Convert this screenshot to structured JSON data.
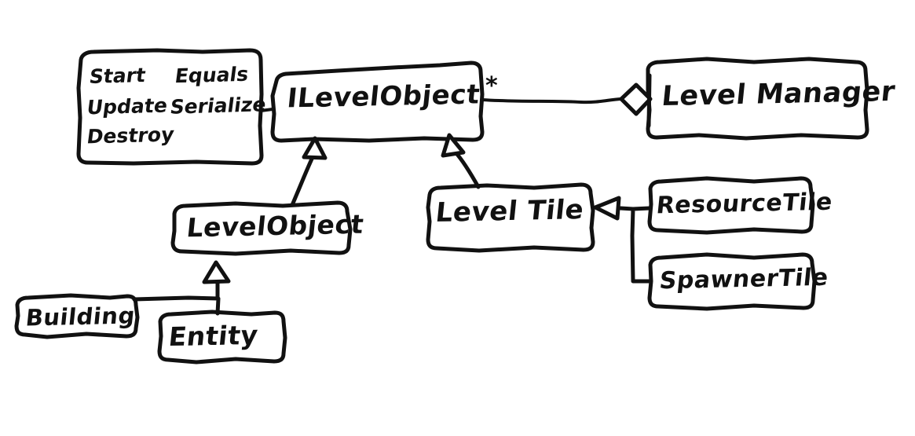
{
  "diagram": {
    "title": "Hand-drawn UML class diagram",
    "background_color": "#ffffff",
    "ink_color": "#111111"
  },
  "interface_box": {
    "name": "ILevelObject",
    "multiplicity": "*"
  },
  "members_box": {
    "column_left": [
      "Start",
      "Update",
      "Destroy"
    ],
    "column_right": [
      "Equals",
      "Serialize"
    ],
    "items": {
      "start": "Start",
      "update": "Update",
      "destroy": "Destroy",
      "equals": "Equals",
      "serialize": "Serialize"
    }
  },
  "classes": {
    "level_manager": "Level Manager",
    "level_object": "LevelObject",
    "level_tile": "Level Tile",
    "resource_tile": "ResourceTile",
    "spawner_tile": "SpawnerTile",
    "building": "Building",
    "entity": "Entity"
  },
  "relations": [
    {
      "name": "aggregation-levelmanager-ilevelobject",
      "type": "aggregation",
      "from": "Level Manager",
      "to": "ILevelObject",
      "multiplicity": "*",
      "marker": "hollow-diamond"
    },
    {
      "name": "generalization-levelobject-ilevelobject",
      "type": "generalization",
      "from": "LevelObject",
      "to": "ILevelObject",
      "marker": "hollow-triangle"
    },
    {
      "name": "generalization-leveltile-ilevelobject",
      "type": "generalization",
      "from": "Level Tile",
      "to": "ILevelObject",
      "marker": "hollow-triangle"
    },
    {
      "name": "generalization-resourcetile-leveltile",
      "type": "generalization",
      "from": "ResourceTile",
      "to": "Level Tile",
      "marker": "hollow-triangle"
    },
    {
      "name": "generalization-spawnertile-leveltile",
      "type": "generalization",
      "from": "SpawnerTile",
      "to": "Level Tile",
      "marker": "hollow-triangle"
    },
    {
      "name": "generalization-building-levelobject",
      "type": "generalization",
      "from": "Building",
      "to": "LevelObject",
      "marker": "hollow-triangle"
    },
    {
      "name": "generalization-entity-levelobject",
      "type": "generalization",
      "from": "Entity",
      "to": "LevelObject",
      "marker": "hollow-triangle"
    },
    {
      "name": "link-members-ilevelobject",
      "type": "note-link",
      "from": "members_box",
      "to": "ILevelObject",
      "marker": "none"
    }
  ]
}
